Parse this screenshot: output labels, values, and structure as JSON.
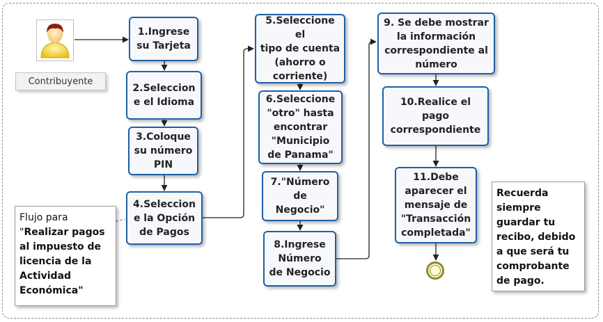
{
  "actor": {
    "label": "Contribuyente",
    "icon": "user-icon"
  },
  "tasks": [
    {
      "id": "t1",
      "label": "1.Ingrese\nsu Tarjeta"
    },
    {
      "id": "t2",
      "label": "2.Seleccion\ne el Idioma"
    },
    {
      "id": "t3",
      "label": "3.Coloque\nsu número\nPIN"
    },
    {
      "id": "t4",
      "label": "4.Seleccion\ne la Opción\nde Pagos"
    },
    {
      "id": "t5",
      "label": "5.Seleccione el\ntipo de cuenta\n(ahorro o\ncorriente)"
    },
    {
      "id": "t6",
      "label": "6.Seleccione\n\"otro\" hasta\nencontrar\n\"Municipio\nde Panama\""
    },
    {
      "id": "t7",
      "label": "7.\"Número\nde\nNegocio\""
    },
    {
      "id": "t8",
      "label": "8.Ingrese\nNúmero\nde Negocio"
    },
    {
      "id": "t9",
      "label": "9. Se debe mostrar\nla información\ncorrespondiente al\nnúmero"
    },
    {
      "id": "t10",
      "label": "10.Realice el\npago\ncorrespondiente"
    },
    {
      "id": "t11",
      "label": "11.Debe\naparecer el\nmensaje de\n\"Transacción\ncompletada\""
    }
  ],
  "notes": {
    "flow_prefix": "Flujo para",
    "flow_quote_open": "\"",
    "flow_title": "Realizar pagos al impuesto de licencia de la Actividad Económica\"",
    "reminder": "Recuerda siempre guardar tu recibo, debido a que será tu comprobante de pago."
  },
  "colors": {
    "task_border": "#1f5fa6",
    "connector": "#222222",
    "end_event": "#8c8a2c"
  }
}
